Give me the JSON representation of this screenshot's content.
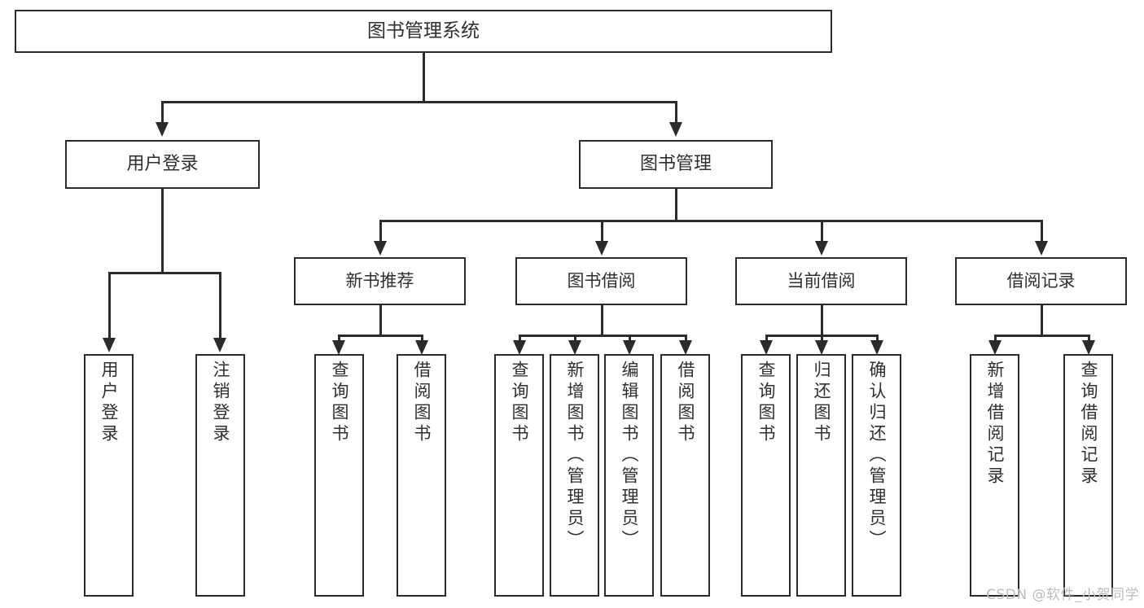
{
  "diagram": {
    "type": "tree-hierarchy-diagram",
    "background_color": "#ffffff",
    "line_color": "#2b2b2b",
    "text_color": "#2f2f2f",
    "root": {
      "label": "图书管理系统"
    },
    "level1": [
      {
        "label": "用户登录"
      },
      {
        "label": "图书管理"
      }
    ],
    "level2": [
      {
        "label": "新书推荐"
      },
      {
        "label": "图书借阅"
      },
      {
        "label": "当前借阅"
      },
      {
        "label": "借阅记录"
      }
    ],
    "leaves": {
      "user_login": [
        {
          "label": "用户登录"
        },
        {
          "label": "注销登录"
        }
      ],
      "new_book_recommend": [
        {
          "label": "查询图书"
        },
        {
          "label": "借阅图书"
        }
      ],
      "book_borrow": [
        {
          "label": "查询图书"
        },
        {
          "label": "新增图书（管理员）"
        },
        {
          "label": "编辑图书（管理员）"
        },
        {
          "label": "借阅图书"
        }
      ],
      "current_borrow": [
        {
          "label": "查询图书"
        },
        {
          "label": "归还图书"
        },
        {
          "label": "确认归还（管理员）"
        }
      ],
      "borrow_record": [
        {
          "label": "新增借阅记录"
        },
        {
          "label": "查询借阅记录"
        }
      ]
    }
  },
  "watermark": {
    "text": "CSDN @软件_小贺同学"
  }
}
